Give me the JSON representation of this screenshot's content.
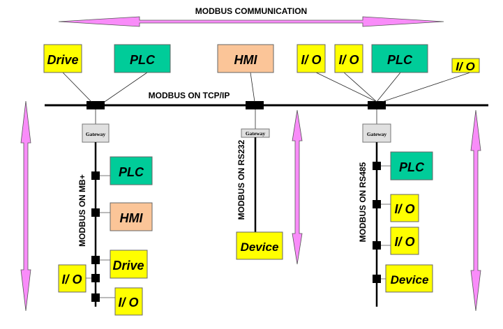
{
  "colors": {
    "arrow_fill": "#f98cf9",
    "arrow_stroke": "#555555",
    "drive_io_device": "#ffff00",
    "plc": "#00cc99",
    "hmi": "#fbc598",
    "gateway": "#e0e0e0",
    "bus": "#000000"
  },
  "title": "MODBUS COMMUNICATION",
  "main_bus": {
    "label": "MODBUS ON TCP/IP",
    "devices": [
      {
        "id": "top-drive",
        "type": "drive",
        "label": "Drive"
      },
      {
        "id": "top-plc-1",
        "type": "plc",
        "label": "PLC"
      },
      {
        "id": "top-hmi",
        "type": "hmi",
        "label": "HMI"
      },
      {
        "id": "top-io-1",
        "type": "io",
        "label": "I/ O"
      },
      {
        "id": "top-io-2",
        "type": "io",
        "label": "I/ O"
      },
      {
        "id": "top-plc-2",
        "type": "plc",
        "label": "PLC"
      },
      {
        "id": "top-io-3",
        "type": "io",
        "label": "I/ O"
      }
    ]
  },
  "sub_networks": [
    {
      "id": "mbplus",
      "label": "MODBUS ON MB+",
      "gateway": "Gateway",
      "devices": [
        {
          "type": "plc",
          "label": "PLC"
        },
        {
          "type": "hmi",
          "label": "HMI"
        },
        {
          "type": "drive",
          "label": "Drive"
        },
        {
          "type": "io",
          "label": "I/ O"
        },
        {
          "type": "io",
          "label": "I/ O"
        }
      ]
    },
    {
      "id": "rs232",
      "label": "MODBUS ON RS232",
      "gateway": "Gateway",
      "devices": [
        {
          "type": "device",
          "label": "Device"
        }
      ]
    },
    {
      "id": "rs485",
      "label": "MODBUS ON RS485",
      "gateway": "Gateway",
      "devices": [
        {
          "type": "plc",
          "label": "PLC"
        },
        {
          "type": "io",
          "label": "I/ O"
        },
        {
          "type": "io",
          "label": "I/ O"
        },
        {
          "type": "device",
          "label": "Device"
        }
      ]
    }
  ]
}
